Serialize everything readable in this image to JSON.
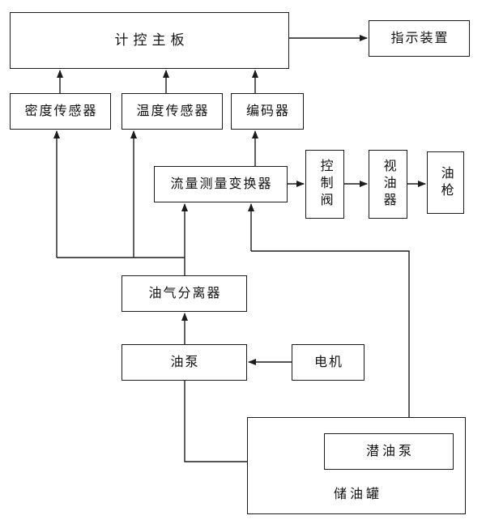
{
  "diagram": {
    "background": "#ffffff",
    "line_color": "#1c1c1c",
    "nodes": {
      "main_board": {
        "label": "计控主板"
      },
      "indicator_device": {
        "label": "指示装置"
      },
      "density_sensor": {
        "label": "密度传感器"
      },
      "temperature_sensor": {
        "label": "温度传感器"
      },
      "encoder": {
        "label": "编码器"
      },
      "flow_transducer": {
        "label": "流量测量变换器"
      },
      "control_valve": {
        "label": "控制阀"
      },
      "oil_sight_glass": {
        "label": "视油器"
      },
      "oil_gun": {
        "label": "油枪"
      },
      "oil_gas_separator": {
        "label": "油气分离器"
      },
      "oil_pump": {
        "label": "油泵"
      },
      "motor": {
        "label": "电机"
      },
      "submersible_pump": {
        "label": "潜油泵"
      },
      "oil_storage_tank": {
        "label": "储油罐"
      }
    },
    "edges": [
      {
        "from": "main_board",
        "to": "indicator_device"
      },
      {
        "from": "density_sensor",
        "to": "main_board"
      },
      {
        "from": "temperature_sensor",
        "to": "main_board"
      },
      {
        "from": "encoder",
        "to": "main_board"
      },
      {
        "from": "flow_transducer",
        "to": "encoder"
      },
      {
        "from": "flow_transducer",
        "to": "control_valve"
      },
      {
        "from": "control_valve",
        "to": "oil_sight_glass"
      },
      {
        "from": "oil_sight_glass",
        "to": "oil_gun"
      },
      {
        "from": "oil_gas_separator",
        "to": "flow_transducer"
      },
      {
        "from": "pipe_branch",
        "to": "density_sensor"
      },
      {
        "from": "pipe_branch",
        "to": "temperature_sensor"
      },
      {
        "from": "oil_pump",
        "to": "oil_gas_separator"
      },
      {
        "from": "motor",
        "to": "oil_pump"
      },
      {
        "from": "oil_storage_tank",
        "to": "oil_pump"
      },
      {
        "from": "oil_storage_tank",
        "to": "flow_transducer"
      }
    ]
  }
}
